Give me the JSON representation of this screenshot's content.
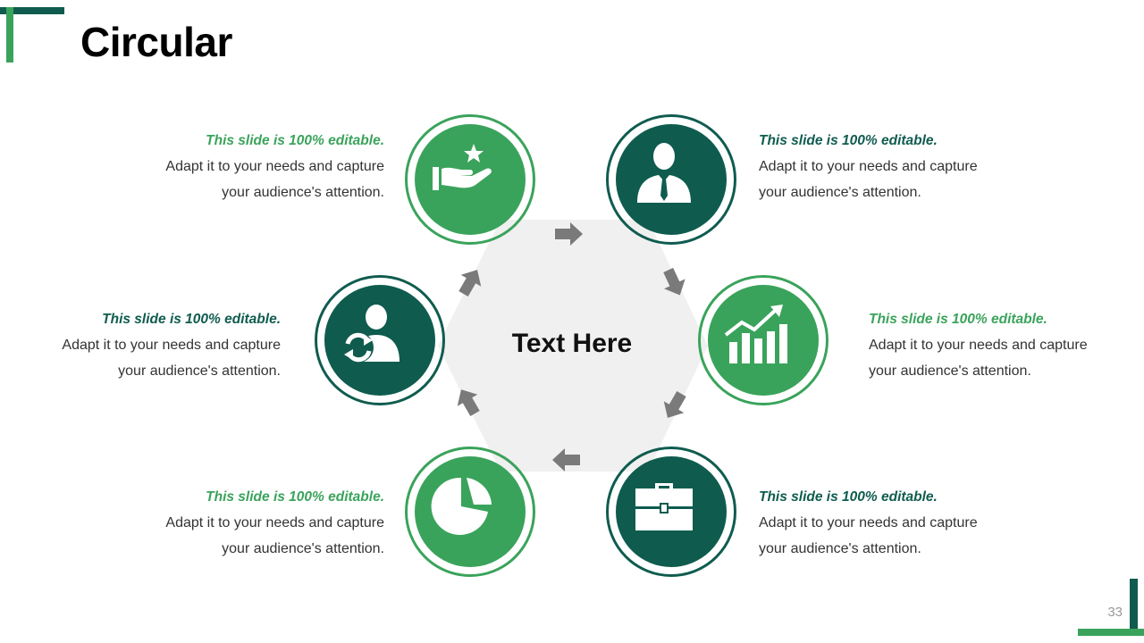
{
  "title": "Circular",
  "page_number": "33",
  "center_label": "Text Here",
  "colors": {
    "green": "#3aa35b",
    "dark_green": "#0f5c4f",
    "hexagon": "#f0f0f0",
    "arrow": "#7a7a7a"
  },
  "items": [
    {
      "icon": "hand-star-icon",
      "color": "green",
      "heading": "This slide is 100% editable.",
      "line1": "Adapt it to your needs and capture",
      "line2": "your audience's attention."
    },
    {
      "icon": "businessman-icon",
      "color": "dark",
      "heading": "This slide is 100% editable.",
      "line1": "Adapt it to your needs and capture",
      "line2": "your audience's attention."
    },
    {
      "icon": "growth-chart-icon",
      "color": "green",
      "heading": "This slide is 100% editable.",
      "line1": "Adapt it to your needs and capture",
      "line2": "your audience's attention."
    },
    {
      "icon": "briefcase-icon",
      "color": "dark",
      "heading": "This slide is 100% editable.",
      "line1": "Adapt it to your needs and capture",
      "line2": "your audience's attention."
    },
    {
      "icon": "pie-chart-icon",
      "color": "green",
      "heading": "This slide is 100% editable.",
      "line1": "Adapt it to your needs and capture",
      "line2": "your audience's attention."
    },
    {
      "icon": "user-refresh-icon",
      "color": "dark",
      "heading": "This slide is 100% editable.",
      "line1": "Adapt it to your needs and capture",
      "line2": "your audience's attention."
    }
  ]
}
